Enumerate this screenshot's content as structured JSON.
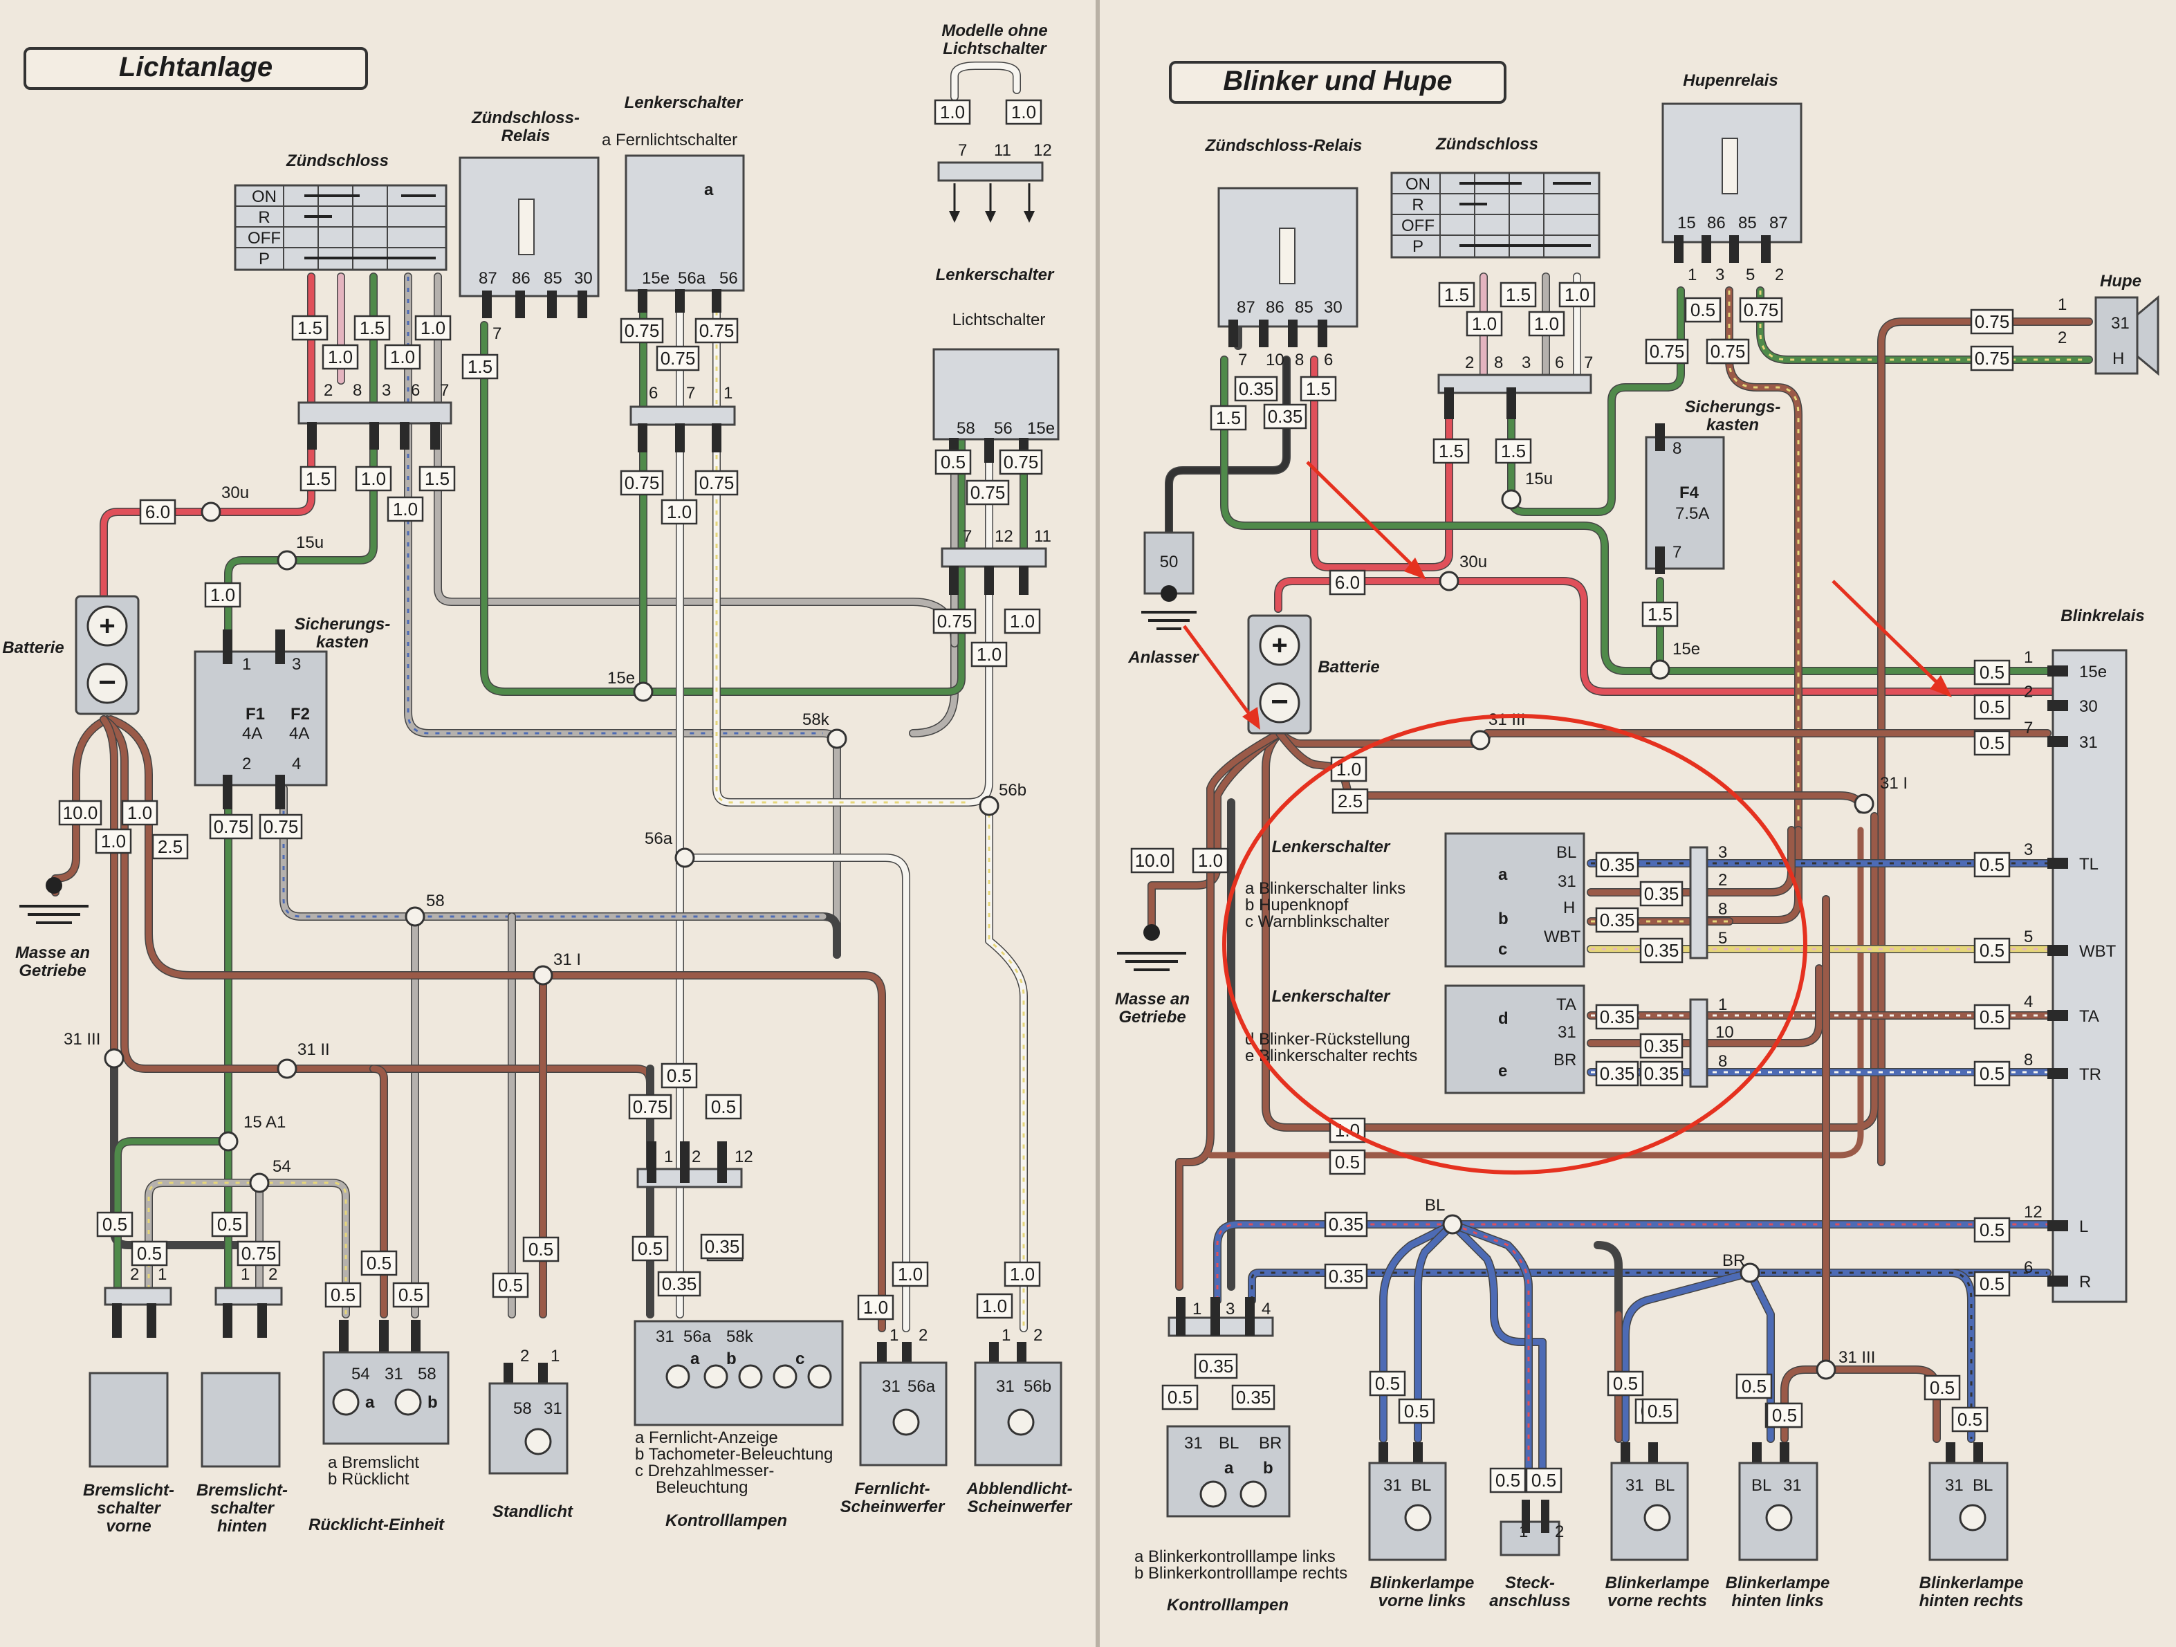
{
  "left": {
    "title": "Lichtanlage",
    "zuendschloss": {
      "title": "Zündschloss",
      "rows": [
        "ON",
        "R",
        "OFF",
        "P"
      ],
      "pins": [
        "2",
        "8",
        "3",
        "6",
        "7"
      ]
    },
    "zsrelais": {
      "title_line1": "Zündschloss-",
      "title_line2": "Relais",
      "pins": [
        "87",
        "86",
        "85",
        "30"
      ],
      "pin7": "7"
    },
    "lenkerschalter": {
      "title": "Lenkerschalter",
      "sub": "a  Fernlichtschalter",
      "pins": [
        "15e",
        "56a",
        "56"
      ],
      "pins_lower": [
        "6",
        "7",
        "1"
      ],
      "a": "a"
    },
    "modelle": {
      "line1": "Modelle ohne",
      "line2": "Lichtschalter",
      "pins": [
        "7",
        "11",
        "12"
      ],
      "g1": "1.0",
      "g2": "1.0"
    },
    "lichtschalter": {
      "title": "Lenkerschalter",
      "sub": "Lichtschalter",
      "pins": [
        "58",
        "56",
        "15e"
      ],
      "pins_lower": [
        "7",
        "12",
        "11"
      ]
    },
    "batterie": "Batterie",
    "masse": {
      "line1": "Masse an",
      "line2": "Getriebe"
    },
    "sicherung": {
      "line1": "Sicherungs-",
      "line2": "kasten",
      "f1": "F1",
      "f1a": "4A",
      "f2": "F2",
      "f2a": "4A",
      "p1": "1",
      "p3": "3",
      "p2": "2",
      "p4": "4"
    },
    "nodes": [
      "30u",
      "15u",
      "15e",
      "58k",
      "56a",
      "56b",
      "58",
      "31 I",
      "31 II",
      "31 III",
      "15 A1",
      "54"
    ],
    "gauges": [
      "1.5",
      "1.0",
      "1.5",
      "1.0",
      "1.0",
      "1.5",
      "1.5",
      "1.0",
      "1.0",
      "6.0",
      "1.0",
      "1.5",
      "0.75",
      "0.75",
      "0.75",
      "0.75",
      "1.0",
      "0.75",
      "0.5",
      "0.75",
      "0.75",
      "0.75",
      "1.0",
      "1.0",
      "10.0",
      "1.0",
      "1.0",
      "2.5",
      "0.75",
      "0.75",
      "0.5",
      "0.75",
      "0.5",
      "0.5",
      "0.5",
      "0.5",
      "0.5",
      "0.5",
      "0.75",
      "0.5",
      "0.5",
      "0.5",
      "0.5",
      "0.5",
      "0.35",
      "0.35",
      "1.0",
      "1.0",
      "1.0",
      "1.0"
    ],
    "bremsvorne": {
      "line1": "Bremslicht-",
      "line2": "schalter",
      "line3": "vorne",
      "p2": "2",
      "p1": "1"
    },
    "bremshinten": {
      "line1": "Bremslicht-",
      "line2": "schalter",
      "line3": "hinten",
      "p1": "1",
      "p2": "2"
    },
    "rueck": {
      "title": "Rücklicht-Einheit",
      "pins": [
        "54",
        "31",
        "58"
      ],
      "a": "a",
      "b": "b",
      "leg_a": "a   Bremslicht",
      "leg_b": "b   Rücklicht"
    },
    "stand": {
      "title": "Standlicht",
      "pins": [
        "58",
        "31"
      ],
      "p2": "2",
      "p1": "1"
    },
    "kontroll": {
      "title": "Kontrolllampen",
      "pins": [
        "31",
        "56a",
        "58k"
      ],
      "letters": [
        "a",
        "b",
        "c"
      ],
      "plug": [
        "1",
        "2",
        "12"
      ],
      "leg_a": "a   Fernlicht-Anzeige",
      "leg_b": "b   Tachometer-Beleuchtung",
      "leg_c1": "c   Drehzahlmesser-",
      "leg_c2": "Beleuchtung"
    },
    "fern": {
      "line1": "Fernlicht-",
      "line2": "Scheinwerfer",
      "pins": [
        "31",
        "56a"
      ],
      "p1": "1",
      "p2": "2"
    },
    "abblend": {
      "line1": "Abblendlicht-",
      "line2": "Scheinwerfer",
      "pins": [
        "31",
        "56b"
      ],
      "p1": "1",
      "p2": "2"
    }
  },
  "right": {
    "title": "Blinker und Hupe",
    "zsrelais": {
      "title": "Zündschloss-Relais",
      "pins": [
        "87",
        "86",
        "85",
        "30"
      ],
      "lower": [
        "7",
        "10",
        "8",
        "6"
      ]
    },
    "zuendschloss": {
      "title": "Zündschloss",
      "rows": [
        "ON",
        "R",
        "OFF",
        "P"
      ],
      "pins": [
        "2",
        "8",
        "3",
        "6",
        "7"
      ]
    },
    "hupenrelais": {
      "title": "Hupenrelais",
      "pins": [
        "15",
        "86",
        "85",
        "87"
      ],
      "lower": [
        "1",
        "3",
        "5",
        "2"
      ]
    },
    "hupe": {
      "title": "Hupe",
      "p1": "1",
      "p2": "2",
      "t31": "31",
      "tH": "H"
    },
    "anlasser": {
      "label": "Anlasser",
      "pin": "50"
    },
    "batterie": "Batterie",
    "masse": {
      "line1": "Masse an",
      "line2": "Getriebe"
    },
    "sicherung": {
      "line1": "Sicherungs-",
      "line2": "kasten",
      "f": "F4",
      "amp": "7.5A",
      "p8": "8",
      "p7": "7"
    },
    "blinkrelais": {
      "title": "Blinkrelais",
      "pins": [
        "15e",
        "30",
        "31",
        "TL",
        "WBT",
        "TA",
        "TR",
        "L",
        "R"
      ],
      "nums": [
        "1",
        "2",
        "7",
        "3",
        "5",
        "4",
        "8",
        "12",
        "6"
      ]
    },
    "nodes": [
      "30u",
      "15u",
      "15e",
      "31 III",
      "31 I",
      "BL",
      "BR",
      "31 III"
    ],
    "ls1": {
      "title": "Lenkerschalter",
      "leg_a": "a   Blinkerschalter links",
      "leg_b": "b   Hupenknopf",
      "leg_c": "c   Warnblinkschalter",
      "terms": [
        "BL",
        "31",
        "H",
        "WBT"
      ],
      "letters": [
        "a",
        "b",
        "c"
      ],
      "plug": [
        "3",
        "2",
        "8",
        "5"
      ]
    },
    "ls2": {
      "title": "Lenkerschalter",
      "leg_d": "d   Blinker-Rückstellung",
      "leg_e": "e   Blinkerschalter rechts",
      "terms": [
        "TA",
        "31",
        "BR"
      ],
      "letters": [
        "d",
        "e"
      ],
      "plug": [
        "1",
        "10",
        "8"
      ]
    },
    "gauges": [
      "1.5",
      "0.35",
      "0.35",
      "1.5",
      "1.5",
      "1.0",
      "1.5",
      "1.0",
      "1.0",
      "1.5",
      "1.5",
      "0.5",
      "0.75",
      "0.75",
      "0.5",
      "0.75",
      "0.75",
      "0.75",
      "1.5",
      "6.0",
      "0.5",
      "0.5",
      "0.5",
      "1.0",
      "2.5",
      "10.0",
      "1.0",
      "0.35",
      "0.35",
      "0.35",
      "0.35",
      "0.35",
      "0.35",
      "0.35",
      "0.35",
      "0.5",
      "0.5",
      "0.5",
      "0.5",
      "1.0",
      "0.5",
      "0.35",
      "0.35",
      "0.5",
      "0.5",
      "0.5",
      "0.35",
      "0.35",
      "0.5",
      "0.5",
      "0.5",
      "0.5",
      "0.5",
      "0.5",
      "0.5",
      "0.5",
      "0.5",
      "0.5",
      "0.5",
      "0.5"
    ],
    "kontroll": {
      "title": "Kontrolllampen",
      "pins": [
        "31",
        "BL",
        "BR"
      ],
      "plug": [
        "1",
        "3",
        "4"
      ],
      "a": "a",
      "b": "b",
      "leg_a": "a   Blinkerkontrolllampe links",
      "leg_b": "b   Blinkerkontrolllampe rechts"
    },
    "bvl": {
      "line1": "Blinkerlampe",
      "line2": "vorne links",
      "pins": [
        "31",
        "BL"
      ]
    },
    "steck": {
      "line1": "Steck-",
      "line2": "anschluss",
      "pins": [
        "1",
        "2"
      ]
    },
    "bvr": {
      "line1": "Blinkerlampe",
      "line2": "vorne rechts",
      "pins": [
        "31",
        "BL"
      ]
    },
    "bhl": {
      "line1": "Blinkerlampe",
      "line2": "hinten links",
      "pins": [
        "BL",
        "31"
      ]
    },
    "bhr": {
      "line1": "Blinkerlampe",
      "line2": "hinten rechts",
      "pins": [
        "31",
        "BL"
      ]
    }
  }
}
